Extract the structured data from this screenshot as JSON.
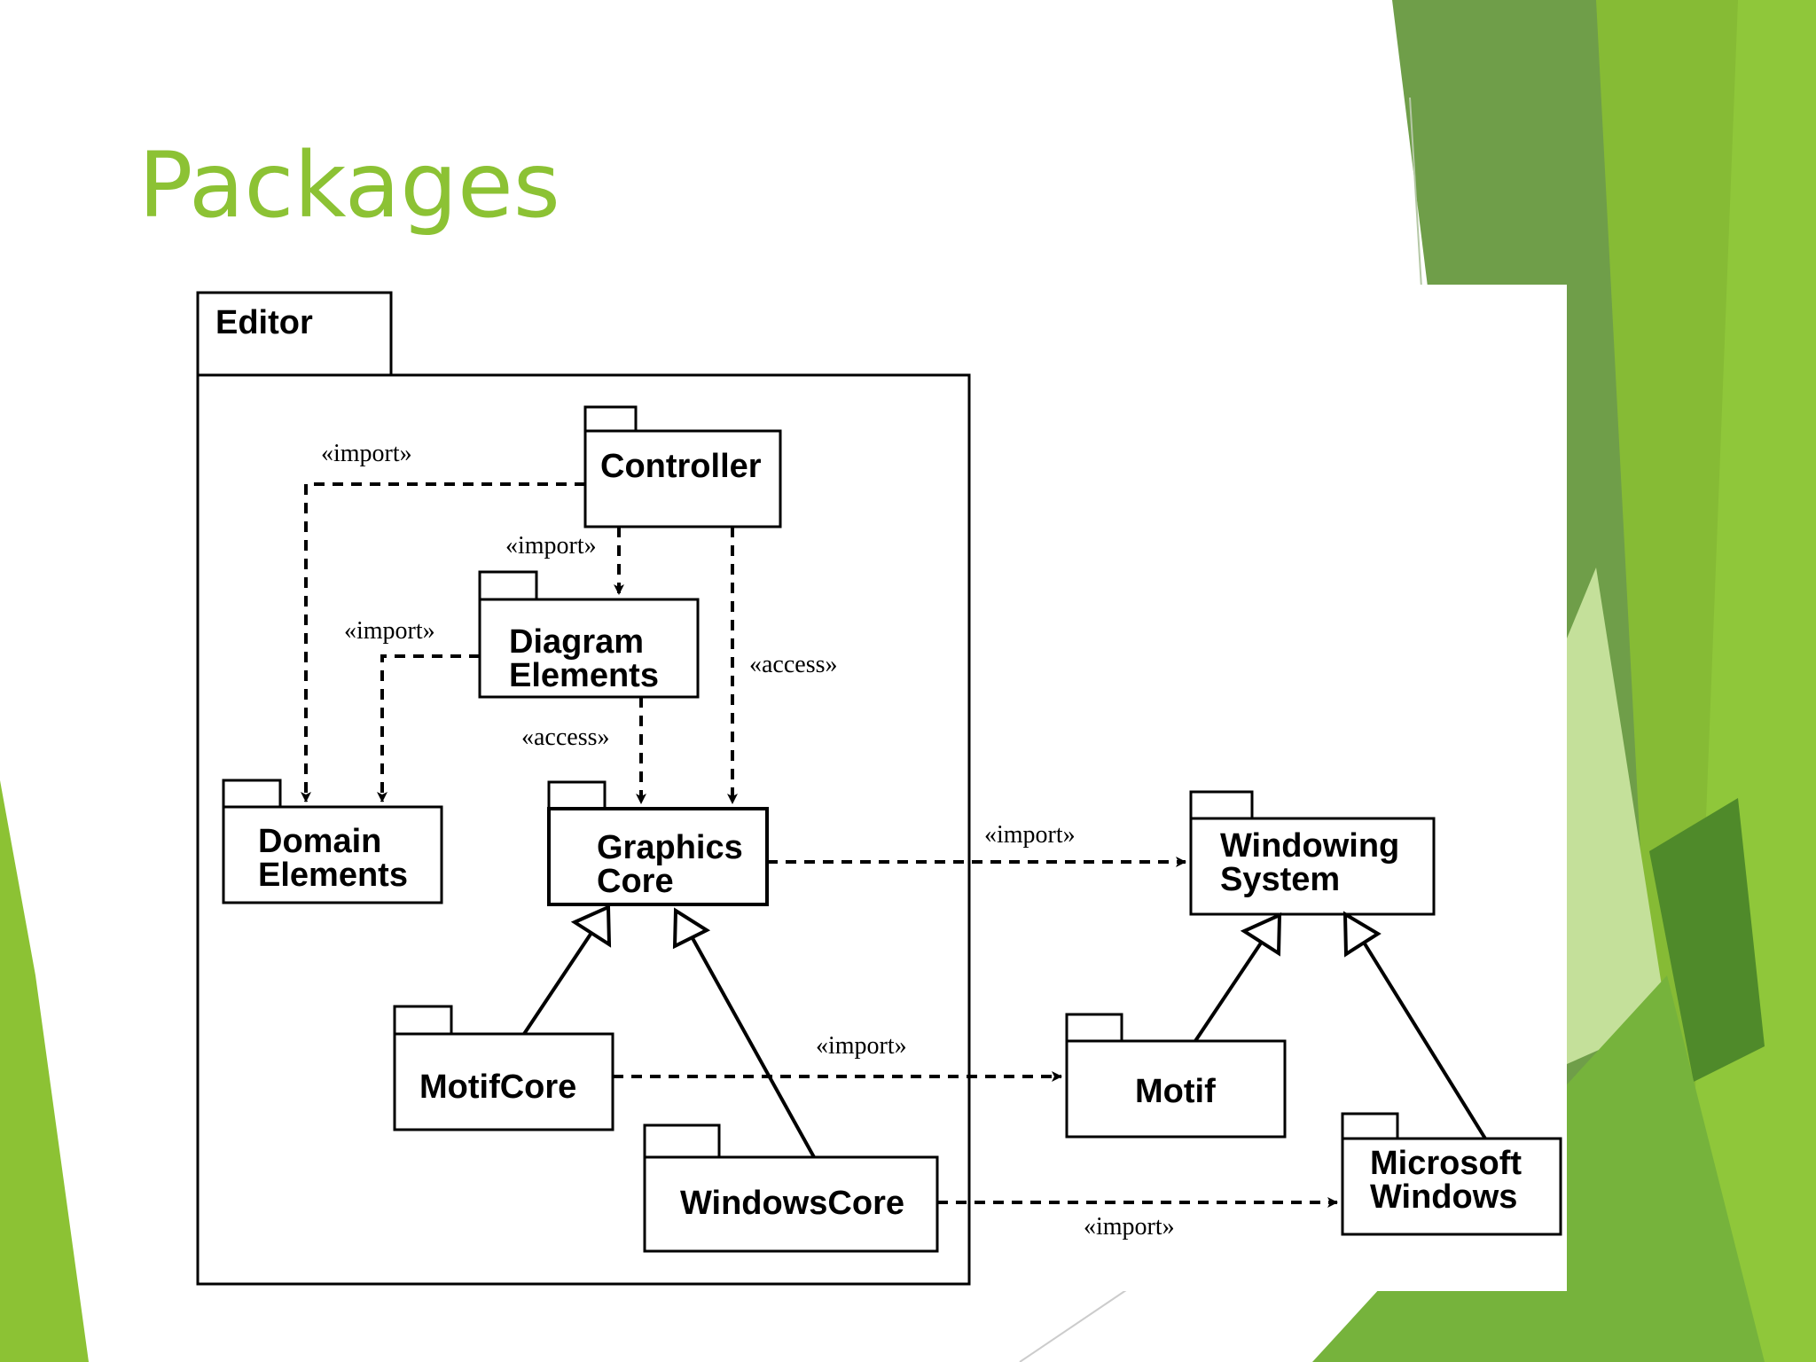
{
  "slide": {
    "title": "Packages",
    "accent_color": "#8cc234"
  },
  "diagram": {
    "container": {
      "name": "Editor"
    },
    "packages": {
      "controller": "Controller",
      "diagram_elements": "Diagram\nElements",
      "domain_elements": "Domain\nElements",
      "graphics_core": "Graphics\nCore",
      "motif_core": "MotifCore",
      "windows_core": "WindowsCore",
      "windowing_system": "Windowing\nSystem",
      "motif": "Motif",
      "microsoft_windows": "Microsoft\nWindows"
    },
    "dependencies": [
      {
        "from": "Controller",
        "to": "Domain Elements",
        "label": "«import»"
      },
      {
        "from": "Controller",
        "to": "Diagram Elements",
        "label": "«import»"
      },
      {
        "from": "Diagram Elements",
        "to": "Domain Elements",
        "label": "«import»"
      },
      {
        "from": "Controller",
        "to": "Graphics Core",
        "label": "«access»"
      },
      {
        "from": "Diagram Elements",
        "to": "Graphics Core",
        "label": "«access»"
      },
      {
        "from": "Graphics Core",
        "to": "Windowing System",
        "label": "«import»"
      },
      {
        "from": "MotifCore",
        "to": "Motif",
        "label": "«import»"
      },
      {
        "from": "WindowsCore",
        "to": "Microsoft Windows",
        "label": "«import»"
      }
    ],
    "generalizations": [
      {
        "from": "MotifCore",
        "to": "Graphics Core"
      },
      {
        "from": "WindowsCore",
        "to": "Graphics Core"
      },
      {
        "from": "Motif",
        "to": "Windowing System"
      },
      {
        "from": "Microsoft Windows",
        "to": "Windowing System"
      }
    ]
  }
}
